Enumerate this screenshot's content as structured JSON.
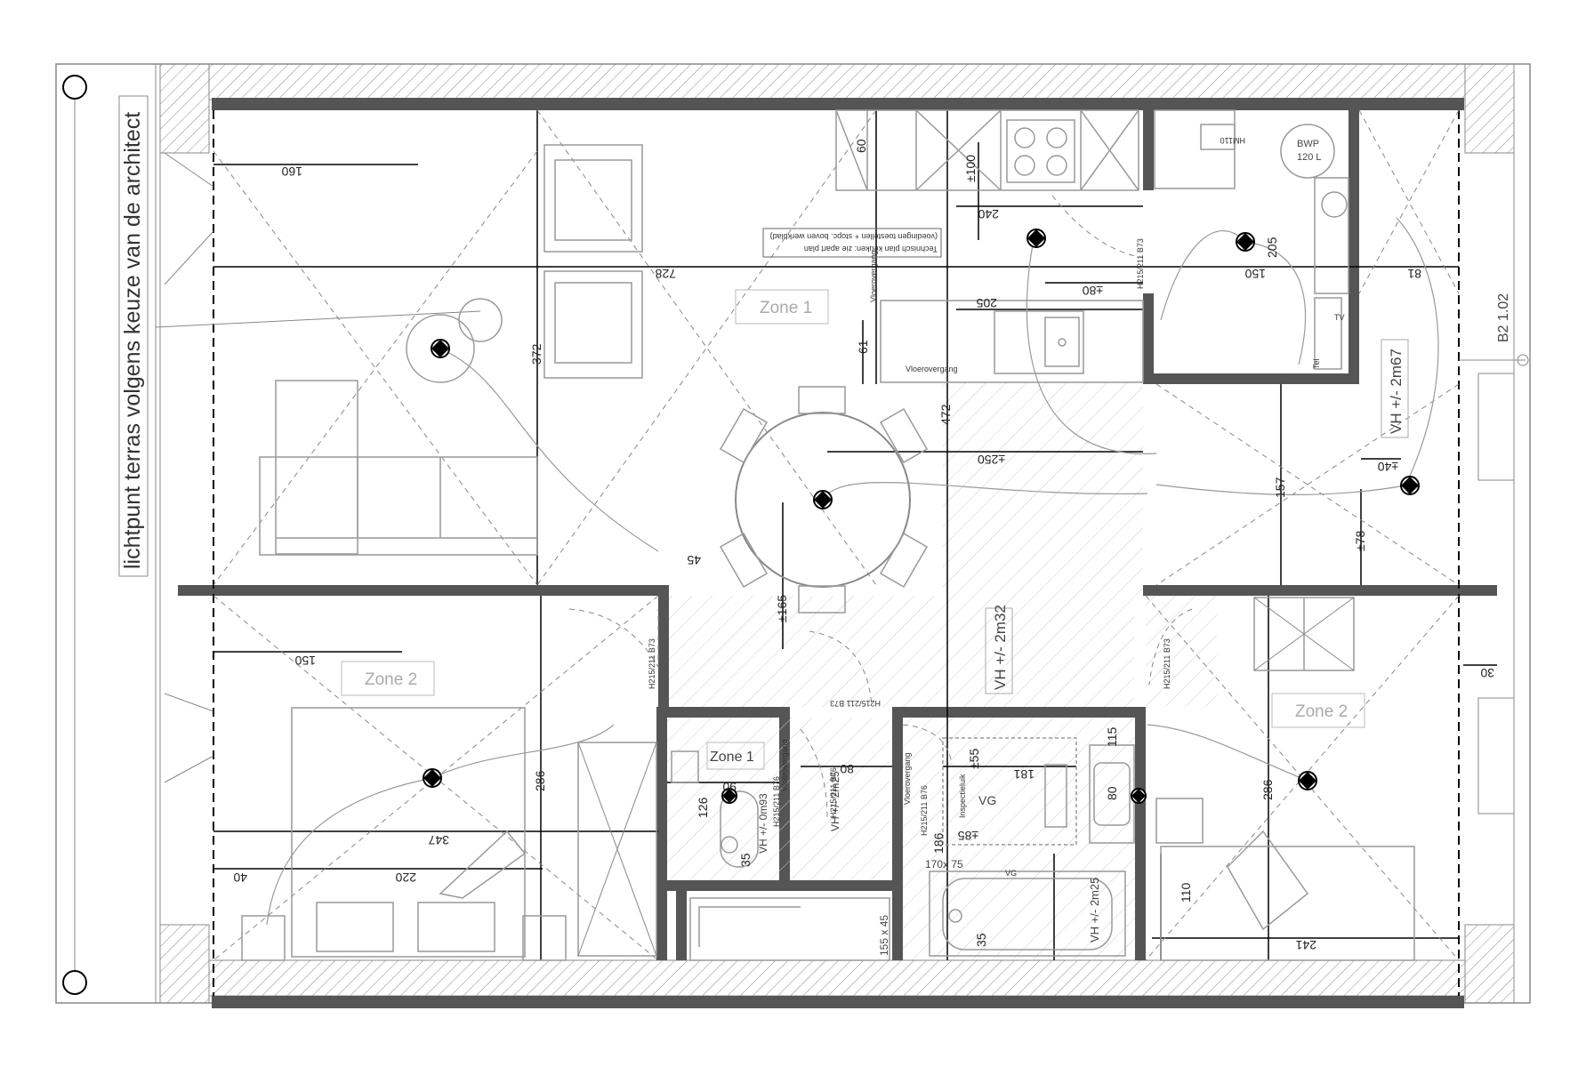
{
  "terrace_note": "lichtpunt terras volgens keuze van de architect",
  "unit_label": "B2 1.02",
  "kitchen_note": {
    "line1": "Technisch plan keuken: zie apart plan",
    "line2": "(voedingen toestellen + stopc. boven werkblad)"
  },
  "zones": {
    "living": "Zone 1",
    "bedroom_left": "Zone 2",
    "toilet": "Zone 1",
    "bedroom_right": "Zone 2"
  },
  "areas": {
    "hall": "VH +/- 2m32",
    "right_room": "VH +/- 2m67",
    "toilet": "VH +/- 0m93",
    "wc": "VH +/- 2m25",
    "bathroom": "VH +/- 2m25"
  },
  "dimensions": {
    "top_160": "160",
    "main_728": "728",
    "main_372": "372",
    "kitchen_60": "60",
    "kitchen_100": "±100",
    "kitchen_240": "240",
    "kitchen_205": "205",
    "kitchen_61": "61",
    "kitchen_80": "±80",
    "tech_150": "150",
    "tech_205": "205",
    "right_81": "81",
    "hall_472": "472",
    "hall_250": "±250",
    "hall_157": "157",
    "hall_78": "±78",
    "hall_40": "±40",
    "hall_165": "±165",
    "hall_45": "45",
    "bed_150": "150",
    "bed_347": "347",
    "bed_286": "286",
    "bed_220": "220",
    "bed_40": "40",
    "wc_80": "80",
    "wc_90": "90",
    "wc_126": "126",
    "wc_35": "35",
    "bath_55": "±55",
    "bath_181": "181",
    "bath_85": "±85",
    "bath_186": "186",
    "bath_115": "115",
    "bath_80": "80",
    "bath_170x75": "170x 75",
    "bath_35": "35",
    "shower_155x45": "155 x 45",
    "bed2_286": "286",
    "bed2_241": "241",
    "bed2_110": "110",
    "bed2_30": "30"
  },
  "labels": {
    "vloerovergang_1": "Vloerovergang",
    "vloerovergang_2": "Vloerovergang",
    "vloerovergang_3": "Vloerovergang",
    "vloerovergang_4": "Vloerovergang",
    "door_kitchen": "H215/211 B73",
    "door_bed_left": "H215/211 B73",
    "door_hall": "H215/211 B73",
    "door_wc": "H215/211 B76",
    "door_wc2": "H215/211 B76",
    "door_bath": "H215/211 B76",
    "door_bed_right": "H215/211 B73",
    "inspectieluik": "Inspectieluik",
    "vg": "VG",
    "vg2": "VG",
    "bwp": "BWP",
    "bwp_size": "120 L",
    "hmw": "HM110",
    "tv": "TV",
    "tel": "Tel"
  },
  "colors": {
    "wall": "#555555",
    "hatch": "#888888",
    "line": "#000000"
  }
}
